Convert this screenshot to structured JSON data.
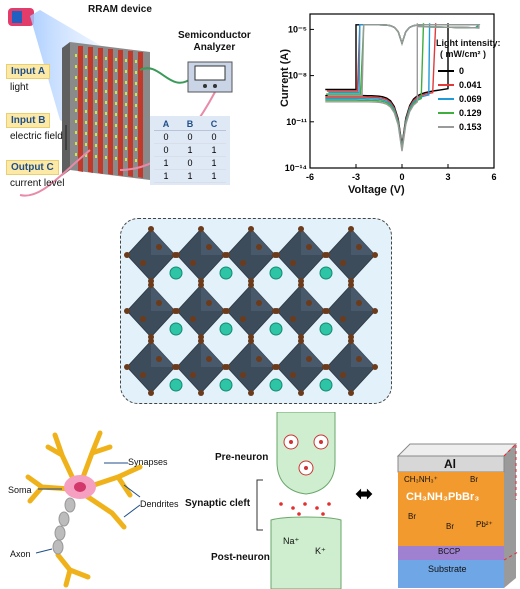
{
  "rram": {
    "title": "RRAM device",
    "analyzer": "Semiconductor\nAnalyzer",
    "input_a_label": "Input A",
    "input_a_desc": "light",
    "input_b_label": "Input B",
    "input_b_desc": "electric field",
    "output_c_label": "Output C",
    "output_c_desc": "current level",
    "truth_table": {
      "headers": [
        "A",
        "B",
        "C"
      ],
      "rows": [
        [
          "0",
          "0",
          "0"
        ],
        [
          "0",
          "1",
          "1"
        ],
        [
          "1",
          "0",
          "1"
        ],
        [
          "1",
          "1",
          "1"
        ]
      ]
    },
    "colors": {
      "input_box": "#fde9a6",
      "stripe": "#c0392b",
      "table_bg": "#dfe8f5"
    }
  },
  "chart_data": {
    "type": "line",
    "xlabel": "Voltage (V)",
    "ylabel": "Current (A)",
    "xlim": [
      -6,
      6
    ],
    "x_ticks": [
      "-6",
      "-3",
      "0",
      "3",
      "6"
    ],
    "y_ticks": [
      "10⁻¹⁴",
      "10⁻¹¹",
      "10⁻⁸",
      "10⁻⁵"
    ],
    "y_scale": "log",
    "ylim_exp": [
      -14,
      -4
    ],
    "legend_title": "Light intensity:",
    "legend_unit": "( mW/cm² )",
    "legend_position": "right",
    "series": [
      {
        "name": "0",
        "color": "#000000",
        "set_v": 3.0
      },
      {
        "name": "0.041",
        "color": "#e03a3a",
        "set_v": 2.2
      },
      {
        "name": "0.069",
        "color": "#1f9bd8",
        "set_v": 1.8
      },
      {
        "name": "0.129",
        "color": "#3fae3f",
        "set_v": 1.4
      },
      {
        "name": "0.153",
        "color": "#9a9a9a",
        "set_v": 1.0
      }
    ]
  },
  "crystal": {
    "colors": {
      "octahedron": "#2f3e4e",
      "halide": "#6b3b1c",
      "cation": "#2ec4a6",
      "panel": "#e3f2fa"
    }
  },
  "neuron": {
    "synapses": "Synapses",
    "soma": "Soma",
    "dendrites": "Dendrites",
    "axon": "Axon",
    "colors": {
      "dendrite": "#f0b21b",
      "soma": "#f5a0c0",
      "axon": "#bcbcbc"
    }
  },
  "synapse": {
    "pre": "Pre-neuron",
    "cleft": "Synaptic cleft",
    "post": "Post-neuron",
    "na": "Na⁺",
    "k": "K⁺",
    "colors": {
      "membrane": "#cfeecf",
      "ion": "#e03030"
    }
  },
  "device": {
    "top": "Al",
    "ion": "CH₃NH₃⁺",
    "br": "Br",
    "formula": "CH₃NH₃PbBr₃",
    "pb": "Pb²⁺",
    "bccp": "BCCP",
    "substrate": "Substrate",
    "colors": {
      "al": "#d7d7d7",
      "perovskite": "#f29a2e",
      "bccp": "#a080d0",
      "substrate": "#6fa6e6"
    }
  }
}
